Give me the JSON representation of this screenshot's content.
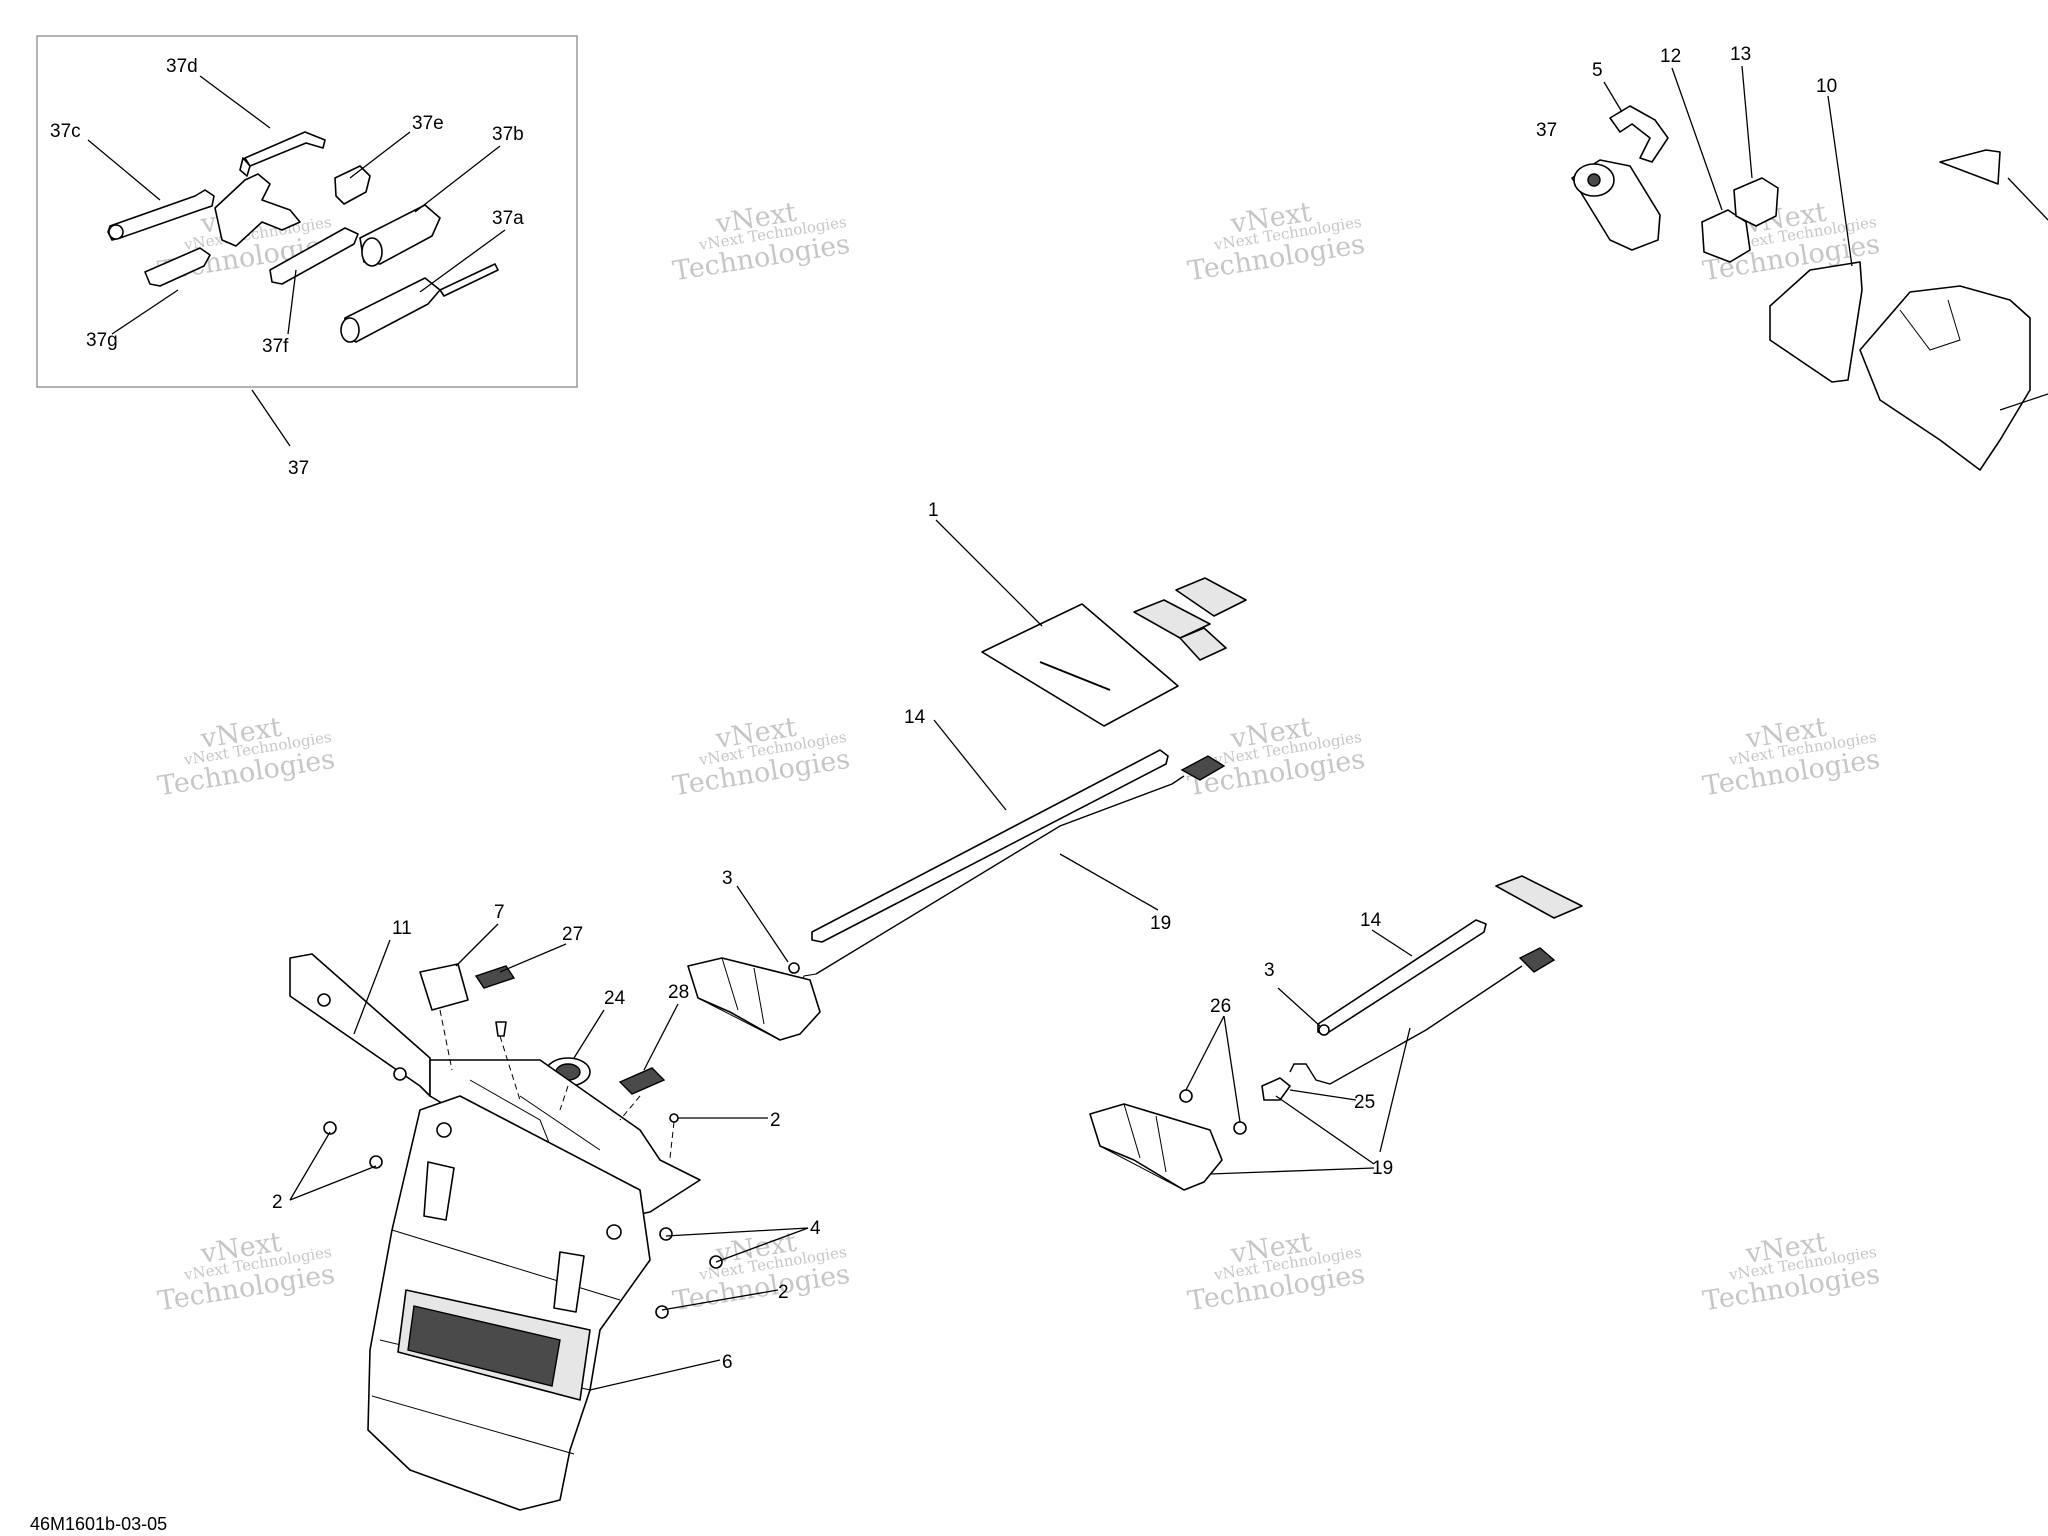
{
  "drawing_code": "46M1601b-03-05",
  "watermark": {
    "line1": "vNext Technologies",
    "line2": "vNext",
    "line3": "Technologies"
  },
  "callouts": {
    "c37d": "37d",
    "c37c": "37c",
    "c37e": "37e",
    "c37b": "37b",
    "c37a": "37a",
    "c37g": "37g",
    "c37f": "37f",
    "c37_kit": "37",
    "c5": "5",
    "c12": "12",
    "c13": "13",
    "c10": "10",
    "c37_tube": "37",
    "c1": "1",
    "c14_top": "14",
    "c19_top": "19",
    "c3_left": "3",
    "c11": "11",
    "c7": "7",
    "c27": "27",
    "c24": "24",
    "c28": "28",
    "c2_mid": "2",
    "c2_left": "2",
    "c4": "4",
    "c2_bottom": "2",
    "c6": "6",
    "c14_right": "14",
    "c3_right": "3",
    "c26": "26",
    "c25": "25",
    "c19_bottom": "19"
  }
}
